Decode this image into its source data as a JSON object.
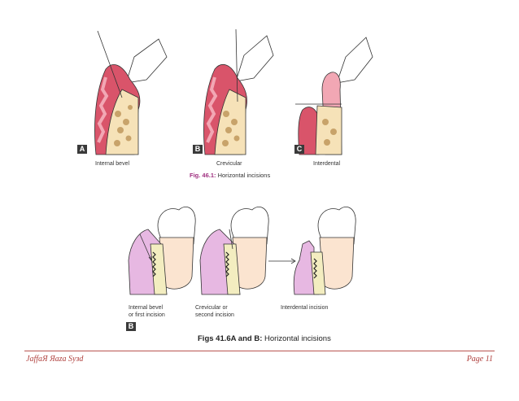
{
  "figure1": {
    "panels": [
      {
        "letter": "A",
        "label": "Internal bevel"
      },
      {
        "letter": "B",
        "label": "Crevicular"
      },
      {
        "letter": "C",
        "label": "Interdental"
      }
    ],
    "caption_prefix": "Fig. 46.1:",
    "caption_text": " Horizontal incisions"
  },
  "figure2": {
    "letter": "B",
    "labels": [
      {
        "line1": "Internal bevel",
        "line2": "or first incision"
      },
      {
        "line1": "Crevicular or",
        "line2": "second incision"
      },
      {
        "line1": "Interdental incision",
        "line2": ""
      }
    ],
    "caption_prefix": "Figs 41.6A and B:",
    "caption_text": " Horizontal incisions"
  },
  "footer": {
    "author": "JaffaЯ Яaza Syзd",
    "page": "Page 11"
  },
  "colors": {
    "gingiva": "#d9546a",
    "gingiva_light": "#f2a7b4",
    "bone": "#f6e2b8",
    "mucosa_pink": "#e7b8e2",
    "footer_accent": "#b0413e"
  }
}
